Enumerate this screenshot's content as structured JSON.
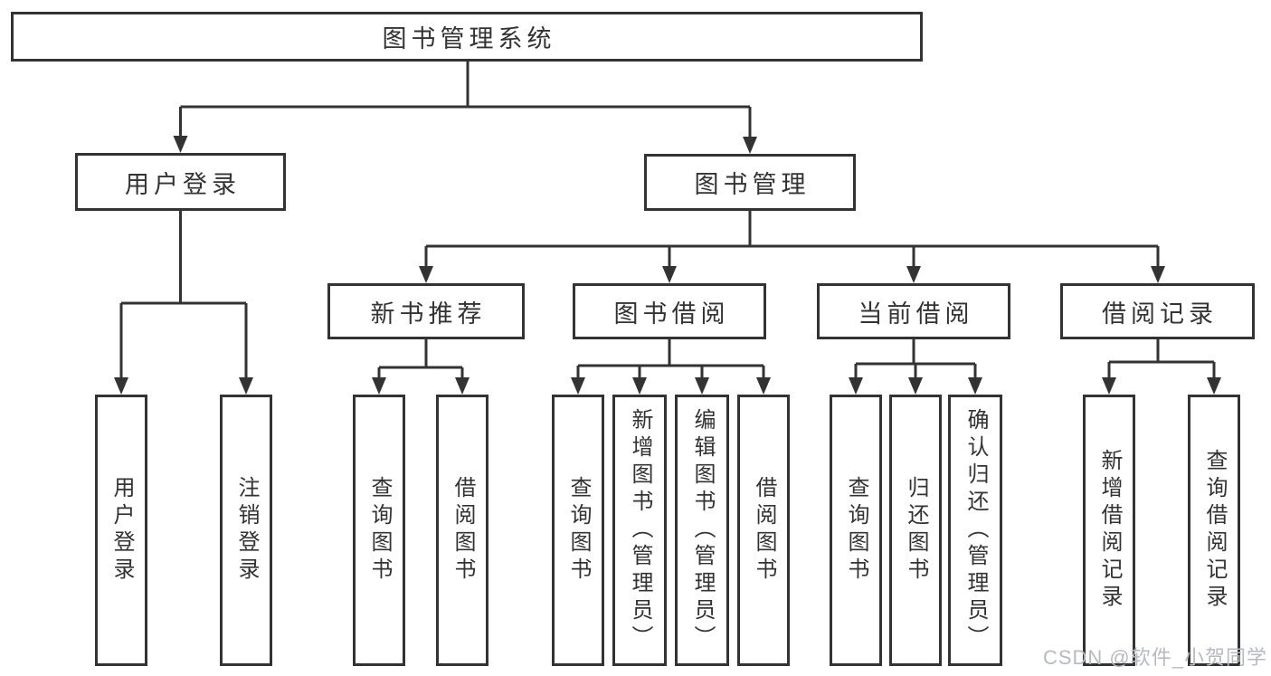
{
  "tree": {
    "root": {
      "label": "图书管理系统"
    },
    "branches": [
      {
        "label": "用户登录",
        "leaves": [
          {
            "label": "用户登录"
          },
          {
            "label": "注销登录"
          }
        ]
      },
      {
        "label": "图书管理",
        "groups": [
          {
            "label": "新书推荐",
            "leaves": [
              {
                "label": "查询图书"
              },
              {
                "label": "借阅图书"
              }
            ]
          },
          {
            "label": "图书借阅",
            "leaves": [
              {
                "label": "查询图书"
              },
              {
                "label": "新增图书（管理员）"
              },
              {
                "label": "编辑图书（管理员）"
              },
              {
                "label": "借阅图书"
              }
            ]
          },
          {
            "label": "当前借阅",
            "leaves": [
              {
                "label": "查询图书"
              },
              {
                "label": "归还图书"
              },
              {
                "label": "确认归还（管理员）"
              }
            ]
          },
          {
            "label": "借阅记录",
            "leaves": [
              {
                "label": "新增借阅记录"
              },
              {
                "label": "查询借阅记录"
              }
            ]
          }
        ]
      }
    ]
  },
  "watermark": {
    "text": "CSDN @软件_小贺同学"
  },
  "colors": {
    "line": "#333333",
    "text": "#333333",
    "background": "#ffffff",
    "watermark": "#b6bac1"
  }
}
